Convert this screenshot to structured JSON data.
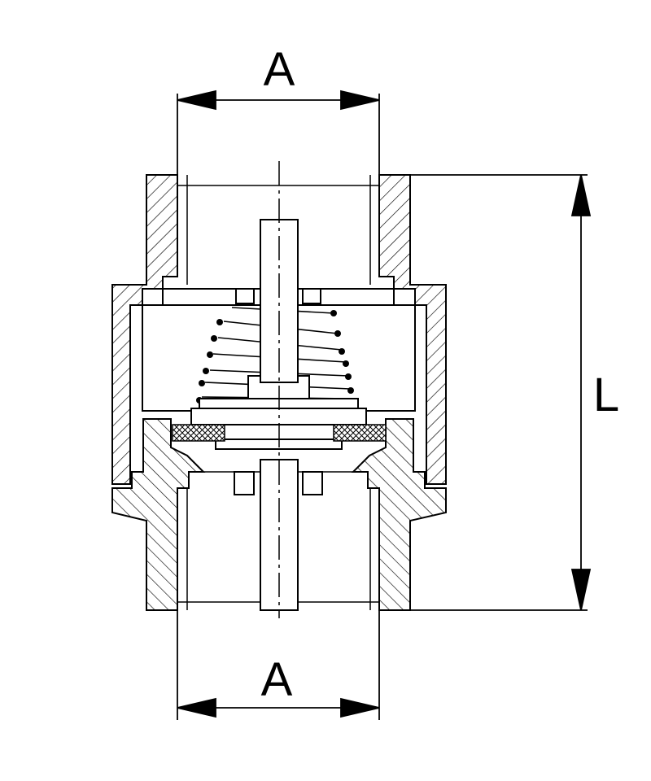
{
  "diagram": {
    "labels": {
      "top_width": "A",
      "bottom_width": "A",
      "length": "L"
    }
  }
}
